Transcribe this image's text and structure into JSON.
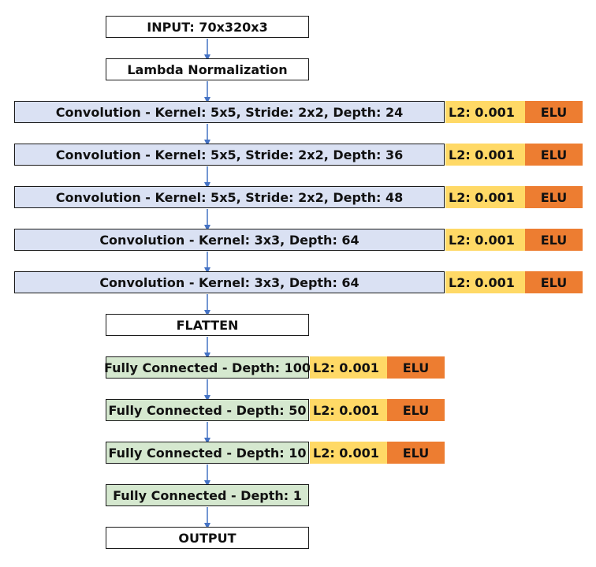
{
  "colors": {
    "arrow": "#4472c4",
    "conv_fill": "#dae1f3",
    "fc_fill": "#d5e8cf",
    "l2_fill": "#ffd966",
    "elu_fill": "#ed7d31"
  },
  "layers": {
    "input": "INPUT: 70x320x3",
    "lambda": "Lambda Normalization",
    "conv1": {
      "label": "Convolution - Kernel: 5x5, Stride: 2x2, Depth: 24",
      "l2": "L2: 0.001",
      "act": "ELU"
    },
    "conv2": {
      "label": "Convolution - Kernel: 5x5, Stride: 2x2, Depth: 36",
      "l2": "L2: 0.001",
      "act": "ELU"
    },
    "conv3": {
      "label": "Convolution - Kernel: 5x5, Stride: 2x2, Depth: 48",
      "l2": "L2: 0.001",
      "act": "ELU"
    },
    "conv4": {
      "label": "Convolution - Kernel: 3x3, Depth: 64",
      "l2": "L2: 0.001",
      "act": "ELU"
    },
    "conv5": {
      "label": "Convolution - Kernel: 3x3, Depth: 64",
      "l2": "L2: 0.001",
      "act": "ELU"
    },
    "flatten": "FLATTEN",
    "fc1": {
      "label": "Fully Connected - Depth: 100",
      "l2": "L2: 0.001",
      "act": "ELU"
    },
    "fc2": {
      "label": "Fully Connected - Depth: 50",
      "l2": "L2: 0.001",
      "act": "ELU"
    },
    "fc3": {
      "label": "Fully Connected - Depth: 10",
      "l2": "L2: 0.001",
      "act": "ELU"
    },
    "fc4": "Fully Connected - Depth: 1",
    "output": "OUTPUT"
  }
}
